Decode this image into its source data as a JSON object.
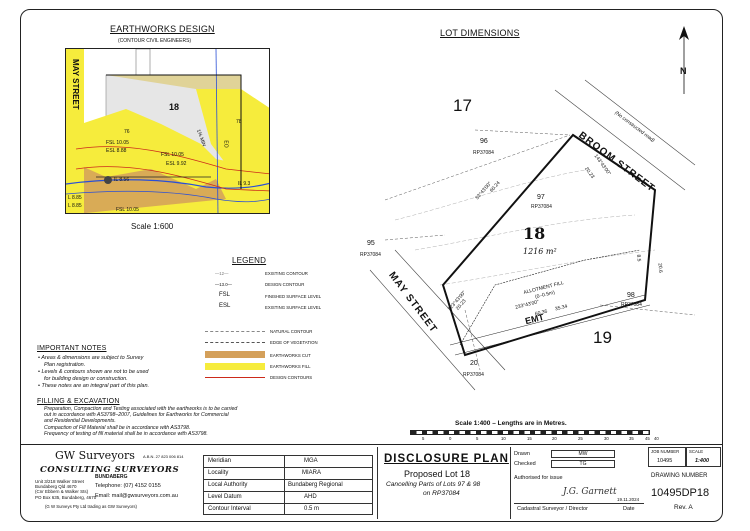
{
  "earthworks": {
    "title": "EARTHWORKS DESIGN",
    "subtitle": "(CONTOUR CIVIL ENGINEERS)",
    "scale": "Scale 1:600",
    "street": "MAY STREET",
    "lot": "18",
    "labels": {
      "fsl1": "FSL 10.05",
      "esl1": "ESL 8.88",
      "fsl2": "FSL 10.05",
      "esl2": "ESL 9.92",
      "il1": "IL 8.56",
      "il2": "IL 9.3",
      "l1": "L 8.85",
      "l2": "L 8.85",
      "fsl3": "FSL 10.05",
      "min": "1% MIN",
      "c76": "76",
      "c78": "78",
      "eo": "EO"
    }
  },
  "lot_dims": {
    "title": "LOT DIMENSIONS",
    "lot": "18",
    "area": "1216 m²",
    "broom_street": "BROOM STREET",
    "broom_note": "(No constructed road)",
    "may_street": "MAY STREET",
    "lot17": "17",
    "lot19": "19",
    "lot96": "96",
    "rp96": "RP37084",
    "lot97": "97",
    "rp97": "RP37084",
    "lot95": "95",
    "rp95": "RP37084",
    "lot98": "98",
    "rp98": "RP37084",
    "lot20": "20",
    "rp20": "RP37084",
    "emt": "EMT",
    "allotment_fill": "ALLOTMENT FILL",
    "fill_depth": "(0–0.5m)",
    "brg1": "53°43'00\"",
    "dist1": "60.24",
    "brg2": "143°43'00\"",
    "dist2": "20.23",
    "brg3": "233°43'00\"",
    "dist3": "60.36",
    "brg4": "323°43'00\"",
    "dist4": "20.23",
    "d1": "20.6",
    "d2": "8.5",
    "d3": "35.34",
    "north": "N"
  },
  "scale_bar": {
    "caption": "Scale 1:400 – Lengths are in Metres.",
    "ticks": [
      "5",
      "0",
      "5",
      "10",
      "15",
      "20",
      "25",
      "30",
      "35",
      "40",
      "45"
    ]
  },
  "legend": {
    "title": "LEGEND",
    "items": [
      {
        "code": "",
        "sym": "—12—",
        "text": "EXISTING CONTOUR"
      },
      {
        "code": "",
        "sym": "—13.0—",
        "text": "DESIGN CONTOUR"
      },
      {
        "code": "FSL",
        "sym": "",
        "text": "FINISHED SURFACE LEVEL"
      },
      {
        "code": "ESL",
        "sym": "",
        "text": "EXISTING SURFACE LEVEL"
      }
    ],
    "items2": [
      {
        "text": "NATURAL CONTOUR"
      },
      {
        "text": "EDGE OF VEGETATION"
      },
      {
        "text": "EARTHWORKS CUT"
      },
      {
        "text": "EARTHWORKS FILL"
      },
      {
        "text": "DESIGN CONTOURS"
      }
    ],
    "colors": {
      "cut": "#d4a05a",
      "fill": "#f6ec3c",
      "design": "#cc2a1a"
    }
  },
  "notes": {
    "title": "IMPORTANT NOTES",
    "lines": [
      "• Areas & dimensions are subject to Survey",
      "  Plan registration.",
      "• Levels & contours shown are not to be used",
      "  for building design or construction.",
      "• These notes are an integral part of this plan."
    ]
  },
  "filling": {
    "title": "FILLING & EXCAVATION",
    "lines": [
      "Preparation, Compaction and Testing associated with the earthworks is to be carried",
      "out in accordance with AS3798–2007, Guidelines for Earthworks for Commercial",
      "and Residential Developments.",
      "Compaction of Fill Material shall be in accordance with AS3798.",
      "Frequency of testing of fill material shall be in accordance with AS3798."
    ]
  },
  "company": {
    "name": "GW Surveyors",
    "abn": "A.B.N. 27 823 006 814",
    "tagline": "CONSULTING SURVEYORS",
    "city": "BUNDABERG",
    "addr": [
      "Unit 3/218 Walker Street",
      "Bundaberg Qld 4670",
      "(Cnr Ebbern & Walker Sts)",
      "PO Box 635, Bundaberg, 4670"
    ],
    "phone": "Telephone: (07) 4152 0155",
    "email": "Email: mail@gwsurveyors.com.au",
    "trading": "(G W Surveys Pty Ltd trading as GW Surveyors)"
  },
  "info": [
    {
      "label": "Meridian",
      "value": "MGA"
    },
    {
      "label": "Locality",
      "value": "MIARA"
    },
    {
      "label": "Local Authority",
      "value": "Bundaberg Regional"
    },
    {
      "label": "Level Datum",
      "value": "AHD"
    },
    {
      "label": "Contour Interval",
      "value": "0.5 m"
    }
  ],
  "plan": {
    "title": "DISCLOSURE PLAN",
    "proposed": "Proposed Lot 18",
    "cancel1": "Cancelling Parts of Lots 97 & 98",
    "cancel2": "on RP37084"
  },
  "sign": {
    "drawn_label": "Drawn",
    "drawn_value": "MW",
    "checked_label": "Checked",
    "checked_value": "TG",
    "authorised": "Authorised for issue",
    "signature": "J.G. Garnett",
    "date": "19.11.2024",
    "role": "Cadastral Surveyor / Director",
    "date_label": "Date"
  },
  "job": {
    "job_label": "JOB NUMBER",
    "job_value": "10495",
    "scale_label": "SCALE",
    "scale_value": "1:400",
    "drawing_label": "DRAWING NUMBER",
    "drawing_value": "10495DP18",
    "rev": "Rev. A"
  }
}
